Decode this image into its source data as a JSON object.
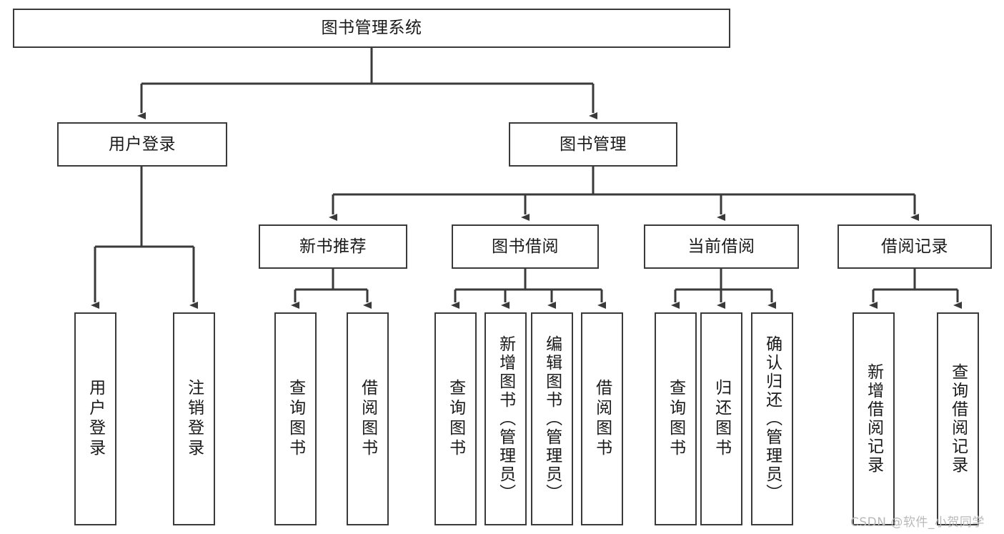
{
  "diagram": {
    "type": "tree",
    "title": "图书管理系统",
    "root": {
      "label": "图书管理系统"
    },
    "level2": [
      {
        "label": "用户登录"
      },
      {
        "label": "图书管理"
      }
    ],
    "level3": [
      {
        "label": "新书推荐"
      },
      {
        "label": "图书借阅"
      },
      {
        "label": "当前借阅"
      },
      {
        "label": "借阅记录"
      }
    ],
    "leaves": {
      "user_login": [
        {
          "label": "用户登录"
        },
        {
          "label": "注销登录"
        }
      ],
      "new_book_recommend": [
        {
          "label": "查询图书"
        },
        {
          "label": "借阅图书"
        }
      ],
      "book_borrow": [
        {
          "label": "查询图书"
        },
        {
          "label": "新增图书（管理员）"
        },
        {
          "label": "编辑图书（管理员）"
        },
        {
          "label": "借阅图书"
        }
      ],
      "current_borrow": [
        {
          "label": "查询图书"
        },
        {
          "label": "归还图书"
        },
        {
          "label": "确认归还（管理员）"
        }
      ],
      "borrow_record": [
        {
          "label": "新增借阅记录"
        },
        {
          "label": "查询借阅记录"
        }
      ]
    }
  },
  "watermark": {
    "text": "CSDN @软件_小贺同学"
  },
  "colors": {
    "border": "#3a3a3a",
    "text": "#1a1a1a",
    "background": "#ffffff",
    "watermark": "#b9b9b9"
  }
}
